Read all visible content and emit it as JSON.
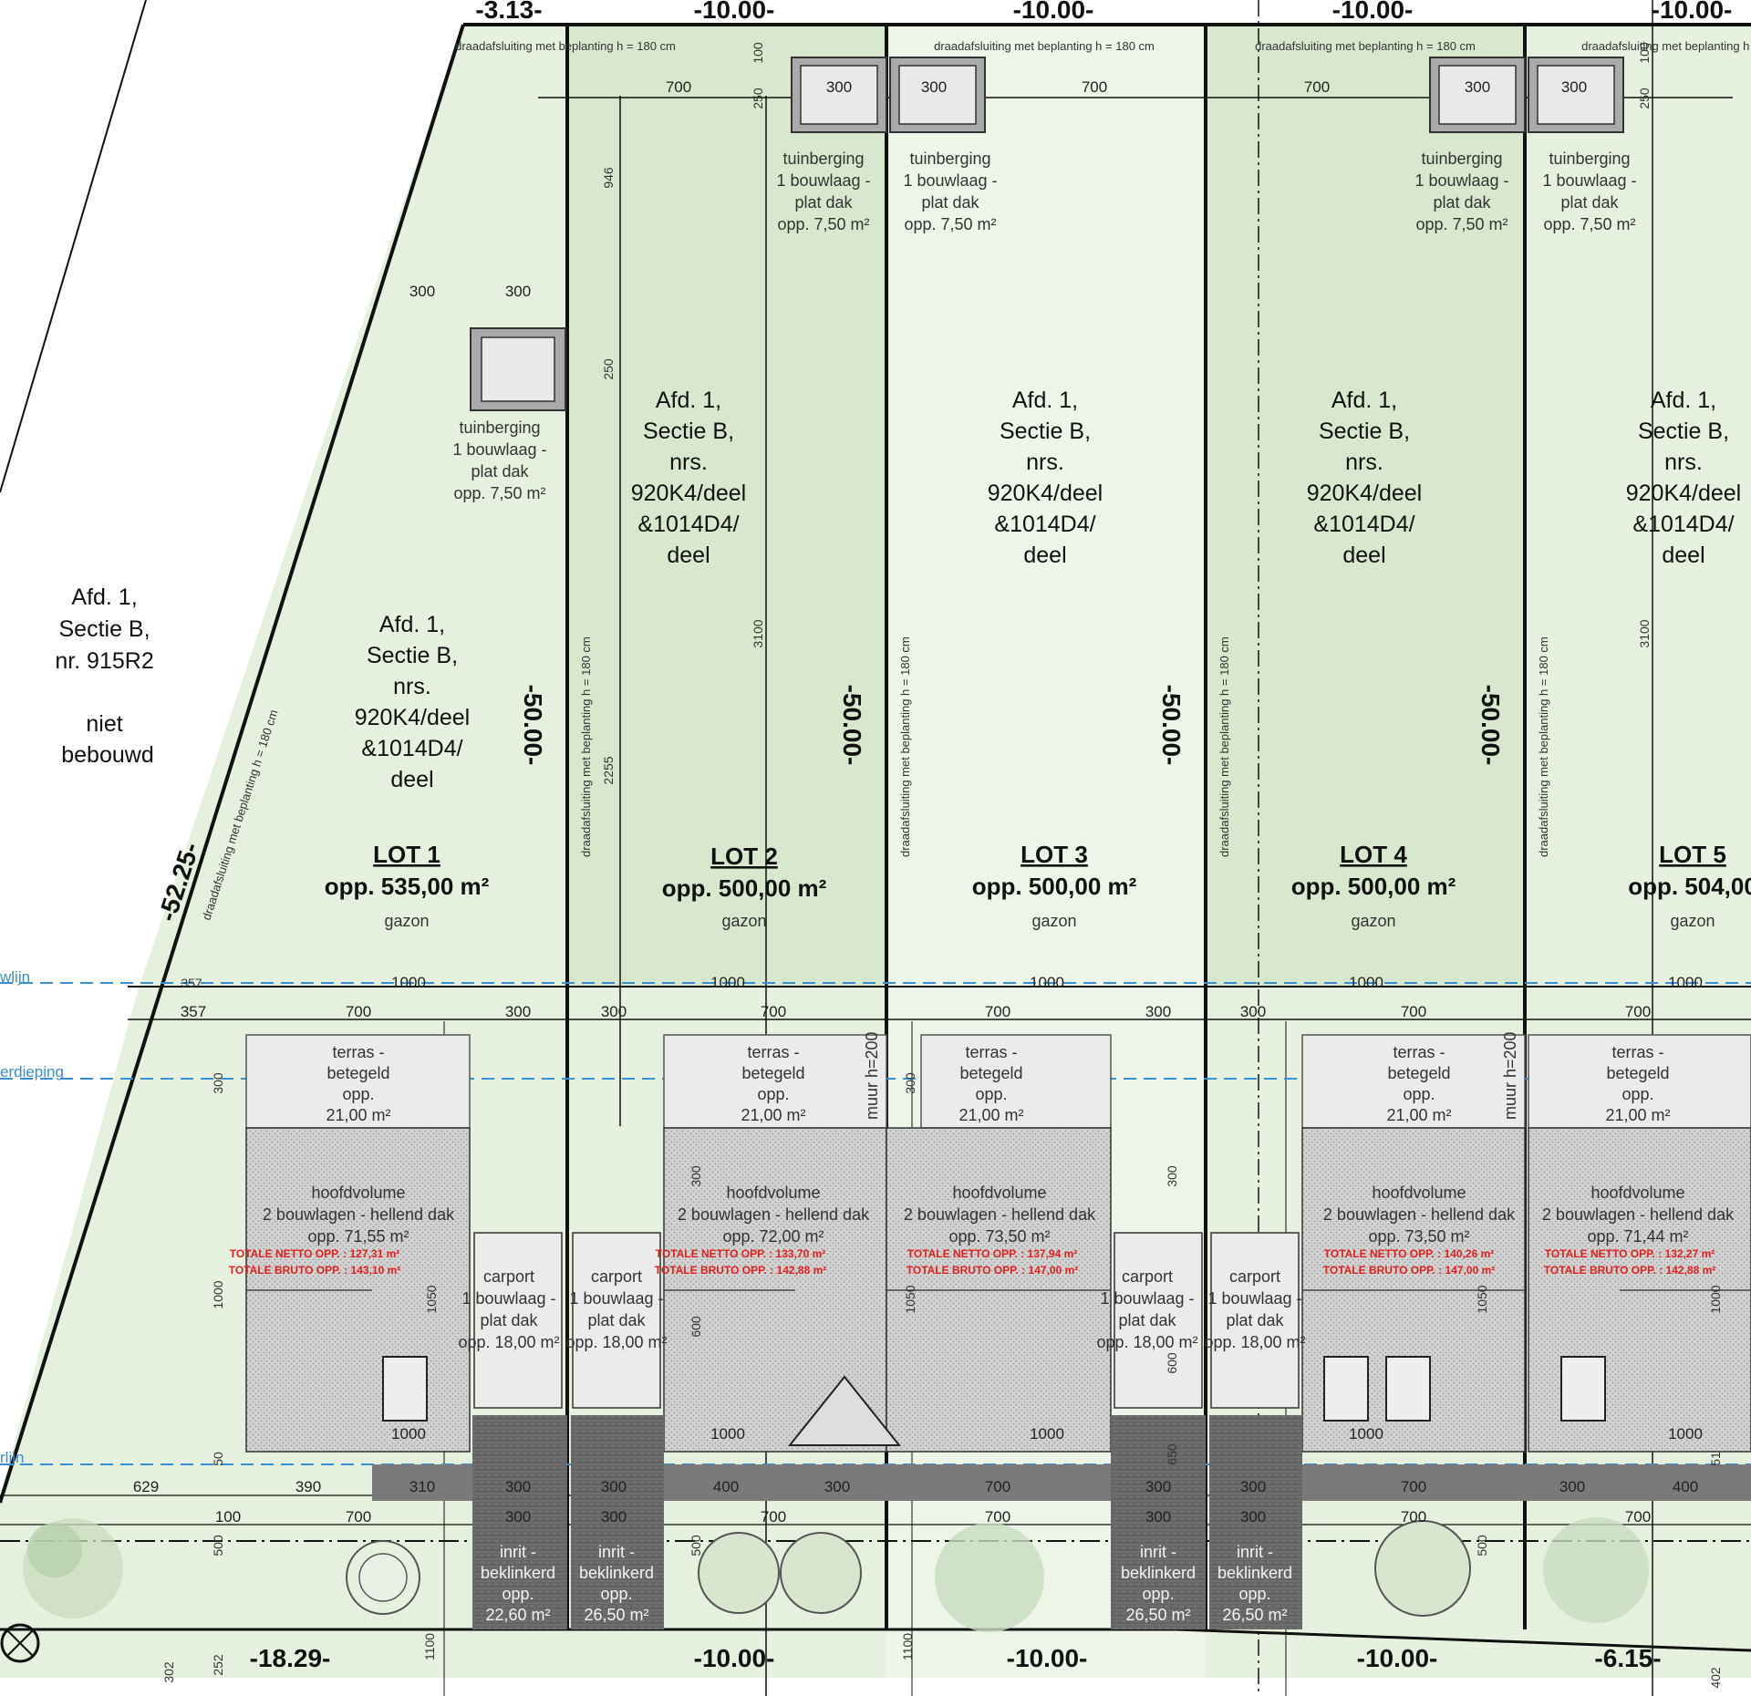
{
  "colors": {
    "lawn": "#e5f0df",
    "lawn_dark": "#d3e6ca",
    "paving": "#e6e6e6",
    "house_hatch": "#c9c9c9",
    "driveway": "#7a7a7a",
    "blue_line": "#3a8fd0",
    "red_text": "#e02020"
  },
  "top_dims": [
    "-3.13-",
    "-10.00-",
    "-10.00-",
    "-10.00-",
    "-10.00-"
  ],
  "bottom_dims": [
    "-18.29-",
    "-10.00-",
    "-10.00-",
    "-10.00-",
    "-6.15-"
  ],
  "side_dims": {
    "left_diagonal": "-52.25-",
    "lot_depth": "-50.00-"
  },
  "fence_label": "draadafsluiting met beplanting h = 180 cm",
  "neighbor_parcel": [
    "Afd. 1,",
    "Sectie B,",
    "nr. 915R2",
    "",
    "niet",
    "bebouwd"
  ],
  "parcel_label": [
    "Afd. 1,",
    "Sectie B,",
    "nrs.",
    "920K4/deel",
    "&1014D4/",
    "deel"
  ],
  "shed": [
    "tuinberging",
    "1 bouwlaag -",
    "plat dak",
    "opp. 7,50 m²"
  ],
  "lawn": "gazon",
  "lots": [
    {
      "name": "LOT 1",
      "area": "opp. 535,00 m²",
      "terrace_area": "21,00 m²",
      "house_area": "opp. 71,55 m²",
      "netto": "TOTALE NETTO OPP. : 127,31 m²",
      "bruto": "TOTALE BRUTO OPP. : 143,10 m²"
    },
    {
      "name": "LOT 2",
      "area": "opp. 500,00 m²",
      "terrace_area": "21,00 m²",
      "house_area": "opp. 72,00 m²",
      "netto": "TOTALE NETTO OPP. : 133,70 m²",
      "bruto": "TOTALE BRUTO OPP. : 142,88 m²"
    },
    {
      "name": "LOT 3",
      "area": "opp. 500,00 m²",
      "terrace_area": "21,00 m²",
      "house_area": "opp. 73,50 m²",
      "netto": "TOTALE NETTO OPP. : 137,94 m²",
      "bruto": "TOTALE BRUTO OPP. : 147,00 m²"
    },
    {
      "name": "LOT 4",
      "area": "opp. 500,00 m²",
      "terrace_area": "21,00 m²",
      "house_area": "opp. 73,50 m²",
      "netto": "TOTALE NETTO OPP. : 140,26 m²",
      "bruto": "TOTALE BRUTO OPP. : 147,00 m²"
    },
    {
      "name": "LOT 5",
      "area": "opp. 504,00",
      "terrace_area": "21,00 m²",
      "house_area": "opp. 71,44 m²",
      "netto": "TOTALE NETTO OPP. : 132,27 m²",
      "bruto": "TOTALE BRUTO OPP. : 142,88 m²"
    }
  ],
  "terrace": [
    "terras -",
    "betegeld",
    "opp."
  ],
  "house": [
    "hoofdvolume",
    "2 bouwlagen - hellend dak"
  ],
  "carport": [
    "carport",
    "1 bouwlaag -",
    "plat dak",
    "opp. 18,00 m²"
  ],
  "driveway_label": [
    "inrit -",
    "beklinkerd",
    "opp."
  ],
  "driveway_areas": [
    "22,60 m²",
    "26,50 m²",
    "26,50 m²",
    "26,50 m²"
  ],
  "wall_label": "muur h=200",
  "line_labels": [
    "wlijn",
    "erdieping",
    "rlijn"
  ],
  "dims": {
    "d700": "700",
    "d300": "300",
    "d1000": "1000",
    "d250": "250",
    "d946": "946",
    "d100": "100",
    "d3100": "3100",
    "d2255": "2255",
    "d357": "357",
    "d1050": "1050",
    "d600": "600",
    "d650": "650",
    "d500": "500",
    "d400": "400",
    "d310": "310",
    "d390": "390",
    "d629": "629",
    "d50": "50",
    "d1100": "1100",
    "d252": "252",
    "d302": "302",
    "d402": "402",
    "d51": "51"
  }
}
